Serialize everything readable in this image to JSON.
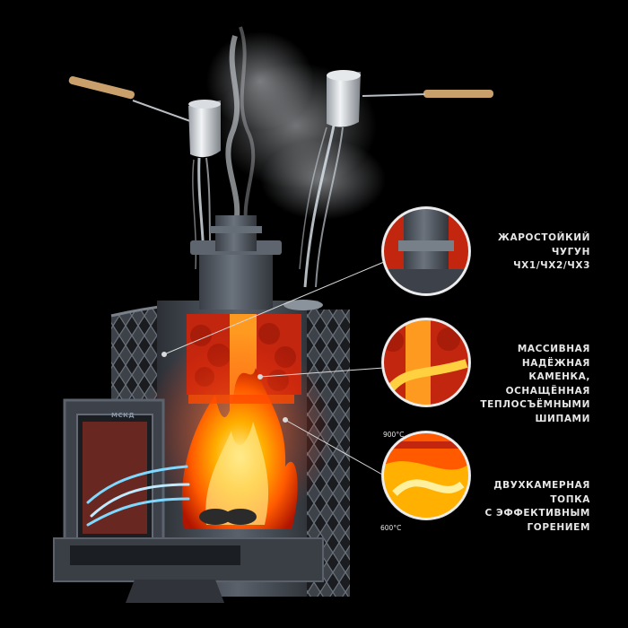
{
  "callouts": [
    {
      "lines": [
        "Жаростойкий",
        "чугун",
        "ЧХ1/ЧХ2/ЧХ3"
      ]
    },
    {
      "lines": [
        "Массивная",
        "надёжная",
        "каменка,",
        "оснащённая",
        "теплосъёмными",
        "шипами"
      ]
    },
    {
      "lines": [
        "Двухкамерная",
        "топка",
        "с эффективным",
        "горением"
      ]
    }
  ],
  "temperatures": {
    "upper": "900°C",
    "lower": "600°C"
  },
  "door_brand": "МСКД",
  "colors": {
    "background": "#000000",
    "metal": "#4a5058",
    "fire": "#ff6a00",
    "air_flow": "#7fd8ff",
    "callout_ring": "#e0e0e0"
  }
}
